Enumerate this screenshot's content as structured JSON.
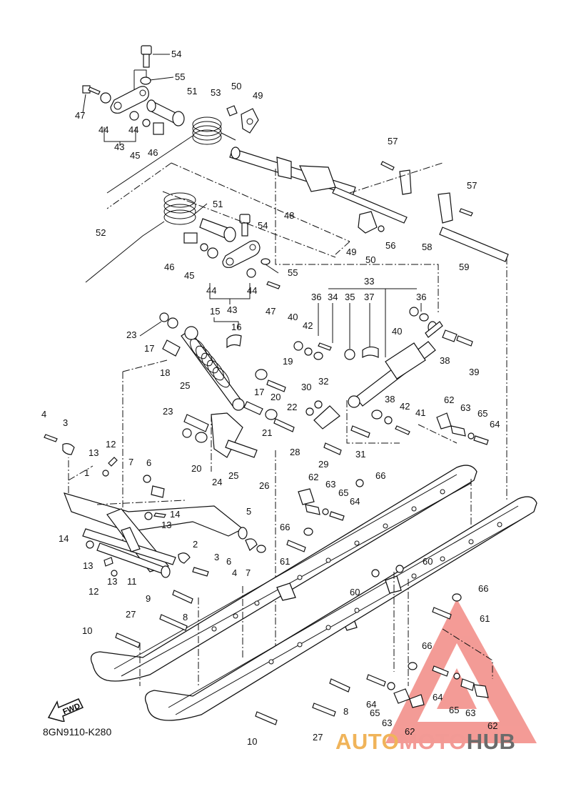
{
  "diagram_code": "8GN9110-K280",
  "fwd_label": "FWD",
  "watermark": {
    "part1": "AUTO",
    "part2": "MOTO",
    "part3": "HUB"
  },
  "callouts": {
    "n54a": "54",
    "n55a": "55",
    "n47a": "47",
    "n44a": "44",
    "n44b": "44",
    "n43a": "43",
    "n45a": "45",
    "n46a": "46",
    "n51a": "51",
    "n53": "53",
    "n50a": "50",
    "n49a": "49",
    "n57a": "57",
    "n57b": "57",
    "n48": "48",
    "n51b": "51",
    "n54b": "54",
    "n52": "52",
    "n46b": "46",
    "n45b": "45",
    "n44c": "44",
    "n44d": "44",
    "n43b": "43",
    "n55b": "55",
    "n47b": "47",
    "n49b": "49",
    "n50b": "50",
    "n56": "56",
    "n58": "58",
    "n59": "59",
    "n33": "33",
    "n36a": "36",
    "n34": "34",
    "n35": "35",
    "n37": "37",
    "n36b": "36",
    "n40a": "40",
    "n42a": "42",
    "n40b": "40",
    "n38a": "38",
    "n39": "39",
    "n15": "15",
    "n16": "16",
    "n23a": "23",
    "n17a": "17",
    "n18": "18",
    "n19": "19",
    "n17b": "17",
    "n20a": "20",
    "n22": "22",
    "n30": "30",
    "n32": "32",
    "n38b": "38",
    "n42b": "42",
    "n41": "41",
    "n25a": "25",
    "n23b": "23",
    "n21": "21",
    "n28": "28",
    "n31": "31",
    "n20b": "20",
    "n24": "24",
    "n25b": "25",
    "n26": "26",
    "n29": "29",
    "n62a": "62",
    "n63a": "63",
    "n65a": "65",
    "n64a": "64",
    "n4a": "4",
    "n3a": "3",
    "n12a": "12",
    "n13a": "13",
    "n7a": "7",
    "n6a": "6",
    "n1": "1",
    "n62b": "62",
    "n63b": "63",
    "n66a": "66",
    "n65b": "65",
    "n64b": "64",
    "n14a": "14",
    "n13b": "13",
    "n5": "5",
    "n14b": "14",
    "n2": "2",
    "n66b": "66",
    "n13c": "13",
    "n3b": "3",
    "n6b": "6",
    "n7b": "7",
    "n4b": "4",
    "n61a": "61",
    "n60a": "60",
    "n60b": "60",
    "n66c": "66",
    "n12b": "12",
    "n13d": "13",
    "n11": "11",
    "n9": "9",
    "n8a": "8",
    "n27a": "27",
    "n61b": "61",
    "n10a": "10",
    "n66d": "66",
    "n64c": "64",
    "n64d": "64",
    "n8b": "8",
    "n65c": "65",
    "n65d": "65",
    "n63c": "63",
    "n63d": "63",
    "n62c": "62",
    "n62d": "62",
    "n27b": "27",
    "n10b": "10"
  }
}
